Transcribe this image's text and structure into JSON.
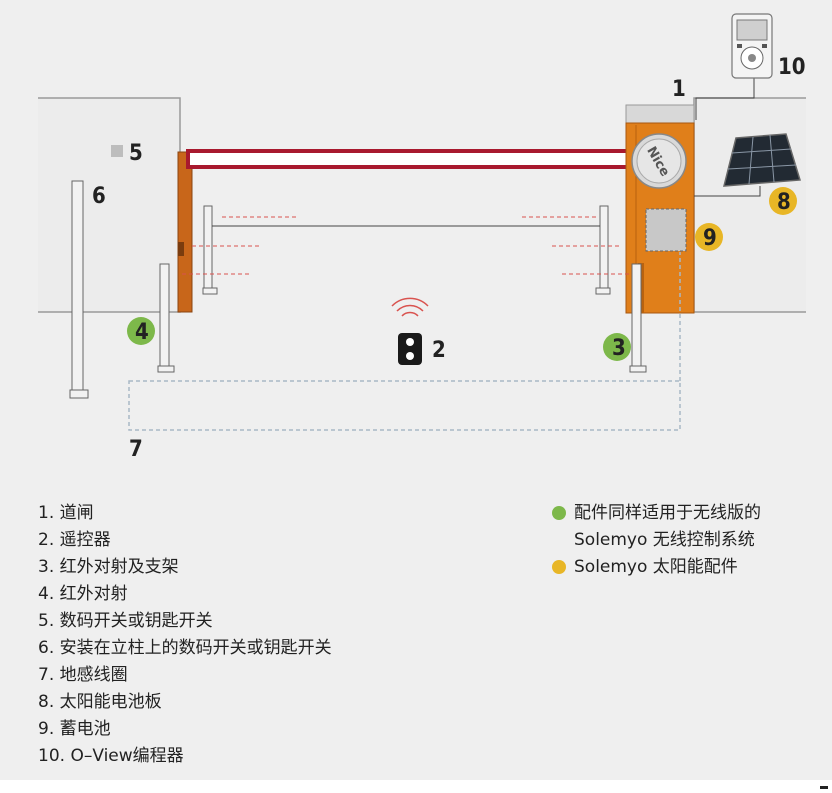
{
  "callouts": {
    "c1": "1",
    "c2": "2",
    "c3": "3",
    "c4": "4",
    "c5": "5",
    "c6": "6",
    "c7": "7",
    "c8": "8",
    "c9": "9",
    "c10": "10"
  },
  "legend": [
    "1. 道闸",
    "2. 遥控器",
    "3. 红外对射及支架",
    "4. 红外对射",
    "5. 数码开关或钥匙开关",
    "6. 安装在立柱上的数码开关或钥匙开关",
    "7. 地感线圈",
    "8. 太阳能电池板",
    "9. 蓄电池",
    "10. O–View编程器"
  ],
  "notes": {
    "green_line1": "配件同样适用于无线版的",
    "green_line2": "Solemyo 无线控制系统",
    "yellow_line": "Solemyo 太阳能配件"
  },
  "brand": "Nice",
  "colors": {
    "green_badge": "#7db84a",
    "yellow_badge": "#e8b626",
    "barrier_orange": "#e07f1a",
    "boom_red": "#a8192e",
    "background": "#efefef"
  }
}
